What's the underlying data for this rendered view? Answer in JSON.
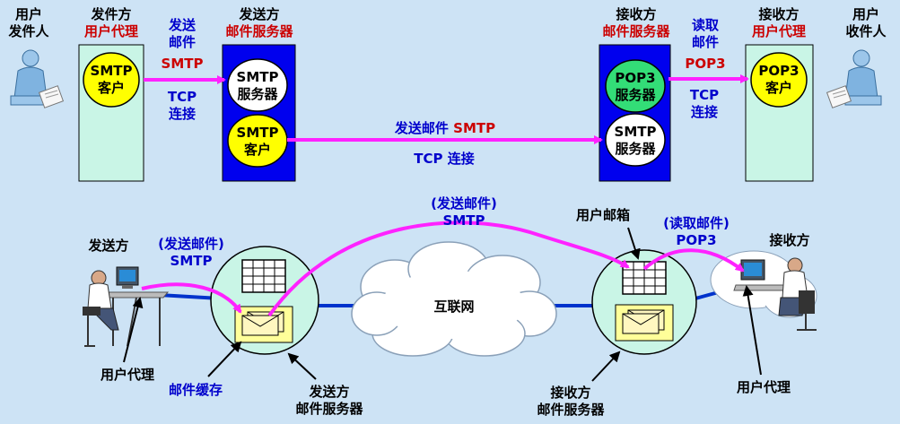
{
  "top": {
    "sender_user": {
      "line1": "用户",
      "line2": "发件人"
    },
    "sender_agent": {
      "title": "发件方",
      "subtitle": "用户代理",
      "client_line1": "SMTP",
      "client_line2": "客户"
    },
    "send_link": {
      "line1": "发送",
      "line2": "邮件",
      "protocol": "SMTP",
      "conn_line1": "TCP",
      "conn_line2": "连接"
    },
    "sender_server": {
      "title": "发送方",
      "subtitle": "邮件服务器",
      "server_line1": "SMTP",
      "server_line2": "服务器",
      "client_line1": "SMTP",
      "client_line2": "客户"
    },
    "relay": {
      "label": "发送邮件",
      "protocol": "SMTP",
      "conn": "TCP 连接"
    },
    "receiver_server": {
      "title": "接收方",
      "subtitle": "邮件服务器",
      "pop_line1": "POP3",
      "pop_line2": "服务器",
      "smtp_line1": "SMTP",
      "smtp_line2": "服务器"
    },
    "read_link": {
      "line1": "读取",
      "line2": "邮件",
      "protocol": "POP3",
      "conn_line1": "TCP",
      "conn_line2": "连接"
    },
    "receiver_agent": {
      "title": "接收方",
      "subtitle": "用户代理",
      "client_line1": "POP3",
      "client_line2": "客户"
    },
    "receiver_user": {
      "line1": "用户",
      "line2": "收件人"
    }
  },
  "bottom": {
    "sender": "发送方",
    "send_note": {
      "line1": "(发送邮件)",
      "line2": "SMTP"
    },
    "relay_note": {
      "line1": "(发送邮件)",
      "line2": "SMTP"
    },
    "mailbox": "用户邮箱",
    "read_note": {
      "line1": "(读取邮件)",
      "line2": "POP3"
    },
    "receiver": "接收方",
    "internet": "互联网",
    "agent_left": "用户代理",
    "mail_cache": "邮件缓存",
    "sender_server": {
      "line1": "发送方",
      "line2": "邮件服务器"
    },
    "receiver_server": {
      "line1": "接收方",
      "line2": "邮件服务器"
    },
    "agent_right": "用户代理"
  },
  "colors": {
    "background": "#cde3f5",
    "agent_box": "#c9f5e6",
    "server_box": "#0000ee",
    "client_circle": "#ffff00",
    "server_circle": "#ffffff",
    "pop_circle": "#33dd77",
    "arrow": "#ff22ff",
    "network_line": "#0033cc",
    "server_bubble": "#c9f5e6"
  },
  "icons": [
    "person-at-desk-icon",
    "computer-workstation-icon",
    "mailbox-grid-icon",
    "mail-envelope-icon",
    "internet-cloud-icon"
  ]
}
